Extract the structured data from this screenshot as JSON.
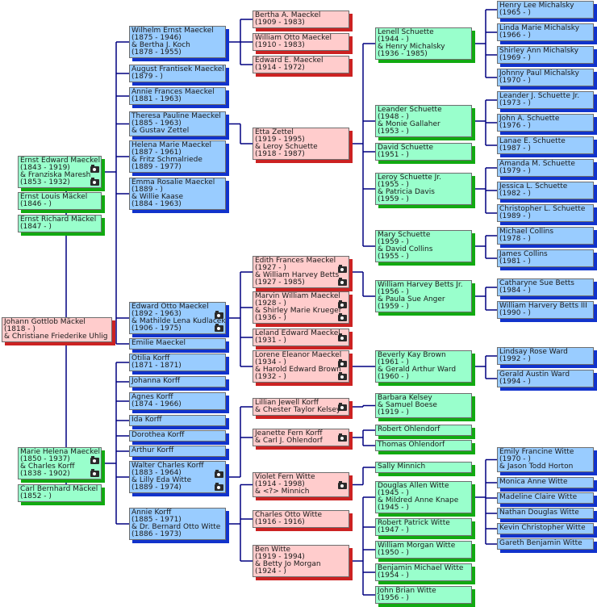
{
  "title": "Family tree of Johann Gottlob Mäckel",
  "colors": {
    "line": "#000080",
    "pink": "#ffcccc",
    "blue": "#99ccff",
    "green": "#99ffcc"
  },
  "people": [
    {
      "id": "johann-gottlob",
      "lines": [
        "Johann Gottlob Mäckel",
        "(1818 - )",
        "& Christiane Friederike Uhlig"
      ],
      "color": "pink"
    },
    {
      "id": "ernst-edward",
      "lines": [
        "Ernst Edward Maeckel",
        "(1843 - 1919)",
        "& Franziska Maresh",
        "(1853 - 1932)"
      ],
      "color": "green",
      "photo": true
    },
    {
      "id": "ernst-louis",
      "lines": [
        "Ernst Louis Mäckel",
        "(1846 - )"
      ],
      "color": "green"
    },
    {
      "id": "ernst-richard",
      "lines": [
        "Ernst Richard Mäckel",
        "(1847 - )"
      ],
      "color": "green"
    },
    {
      "id": "marie-helena",
      "lines": [
        "Marie Helena Maeckel",
        "(1850 - 1937)",
        "& Charles Korff",
        "(1838 - 1902)"
      ],
      "color": "green",
      "photo": true
    },
    {
      "id": "carl-bernhard",
      "lines": [
        "Carl Bernhard Mäckel",
        "(1852 - )"
      ],
      "color": "green"
    },
    {
      "id": "wilhelm-ernst",
      "lines": [
        "Wilhelm Ernst Maeckel",
        "(1875 - 1946)",
        "& Bertha J. Koch",
        "(1878 - 1955)"
      ],
      "color": "blue"
    },
    {
      "id": "august-frantisek",
      "lines": [
        "August Frantisek Maeckel",
        "(1879 - )"
      ],
      "color": "blue"
    },
    {
      "id": "annie-frances",
      "lines": [
        "Annie Frances Maeckel",
        "(1881 - 1963)"
      ],
      "color": "blue"
    },
    {
      "id": "theresa-pauline",
      "lines": [
        "Theresa Pauline Maeckel",
        "(1885 - 1963)",
        "& Gustav Zettel"
      ],
      "color": "blue"
    },
    {
      "id": "helena-marie",
      "lines": [
        "Helena Marie Maeckel",
        "(1887 - 1961)",
        "& Fritz Schmalriede",
        "(1889 - 1977)"
      ],
      "color": "blue"
    },
    {
      "id": "emma-rosalie",
      "lines": [
        "Emma Rosalie Maeckel",
        "(1889 - )",
        "& Willie Kaase",
        "(1884 - 1963)"
      ],
      "color": "blue"
    },
    {
      "id": "edward-otto",
      "lines": [
        "Edward Otto Maeckel",
        "(1892 - 1963)",
        "& Mathilde Lena Kudlacek",
        "(1906 - 1975)"
      ],
      "color": "blue",
      "photo": true
    },
    {
      "id": "emilie",
      "lines": [
        "Emilie Maeckel"
      ],
      "color": "blue"
    },
    {
      "id": "otilia",
      "lines": [
        "Otilia Korff",
        "(1871 - 1871)"
      ],
      "color": "blue"
    },
    {
      "id": "johanna",
      "lines": [
        "Johanna Korff"
      ],
      "color": "blue"
    },
    {
      "id": "agnes",
      "lines": [
        "Agnes Korff",
        "(1874 - 1966)"
      ],
      "color": "blue"
    },
    {
      "id": "ida",
      "lines": [
        "Ida Korff"
      ],
      "color": "blue"
    },
    {
      "id": "dorothea",
      "lines": [
        "Dorothea Korff"
      ],
      "color": "blue"
    },
    {
      "id": "arthur",
      "lines": [
        "Arthur Korff"
      ],
      "color": "blue"
    },
    {
      "id": "walter-charles",
      "lines": [
        "Walter Charles Korff",
        "(1883 - 1964)",
        "& Lilly Eda Witte",
        "(1889 - 1974)"
      ],
      "color": "blue",
      "photo": true
    },
    {
      "id": "annie-korff",
      "lines": [
        "Annie Korff",
        "(1885 - 1971)",
        "& Dr. Bernard Otto Witte",
        "(1886 - 1973)"
      ],
      "color": "blue"
    },
    {
      "id": "bertha-a",
      "lines": [
        "Bertha A. Maeckel",
        "(1909 - 1983)"
      ],
      "color": "pink"
    },
    {
      "id": "william-otto",
      "lines": [
        "William Otto Maeckel",
        "(1910 - 1983)"
      ],
      "color": "pink"
    },
    {
      "id": "edward-e",
      "lines": [
        "Edward E. Maeckel",
        "(1914 - 1972)"
      ],
      "color": "pink"
    },
    {
      "id": "etta-zettel",
      "lines": [
        "Etta Zettel",
        "(1919 - 1995)",
        "& Leroy Schuette",
        "(1918 - 1987)"
      ],
      "color": "pink"
    },
    {
      "id": "edith-frances",
      "lines": [
        "Edith Frances Maeckel",
        "(1927 - )",
        "& William Harvey Betts",
        "(1927 - 1985)"
      ],
      "color": "pink",
      "photo": true
    },
    {
      "id": "marvin-william",
      "lines": [
        "Marvin William Maeckel",
        "(1928 - )",
        "& Shirley Marie Krueger",
        "(1936 - )"
      ],
      "color": "pink",
      "photo": true
    },
    {
      "id": "leland-edward",
      "lines": [
        "Leland Edward Maeckel",
        "(1931 - )"
      ],
      "color": "pink",
      "photo": true
    },
    {
      "id": "lorene-eleanor",
      "lines": [
        "Lorene Eleanor Maeckel",
        "(1934 - )",
        "& Harold Edward Brown",
        "(1932 - )"
      ],
      "color": "pink",
      "photo": true
    },
    {
      "id": "lillian-jewell",
      "lines": [
        "Lillian Jewell Korff",
        "& Chester Taylor Kelsey"
      ],
      "color": "pink",
      "photo": true
    },
    {
      "id": "jeanette-fern",
      "lines": [
        "Jeanette Fern Korff",
        "& Carl J. Ohlendorf"
      ],
      "color": "pink",
      "photo": true
    },
    {
      "id": "violet-fern",
      "lines": [
        "Violet Fern Witte",
        "(1914 - 1998)",
        "& <?> Minnich"
      ],
      "color": "pink",
      "photo": true
    },
    {
      "id": "charles-otto",
      "lines": [
        "Charles Otto Witte",
        "(1916 - 1916)"
      ],
      "color": "pink"
    },
    {
      "id": "ben-witte",
      "lines": [
        "Ben Witte",
        "(1919 - 1994)",
        "& Betty Jo Morgan",
        "(1924 - )"
      ],
      "color": "pink"
    },
    {
      "id": "lenell-schuette",
      "lines": [
        "Lenell Schuette",
        "(1944 - )",
        "& Henry Michalsky",
        "(1936 - 1985)"
      ],
      "color": "green"
    },
    {
      "id": "leander-schuette",
      "lines": [
        "Leander Schuette",
        "(1948 - )",
        "& Monie Gallaher",
        "(1953 - )"
      ],
      "color": "green"
    },
    {
      "id": "david-schuette",
      "lines": [
        "David Schuette",
        "(1951 - )"
      ],
      "color": "green"
    },
    {
      "id": "leroy-jr",
      "lines": [
        "Leroy Schuette Jr.",
        "(1955 - )",
        "& Patricia Davis",
        "(1959 - )"
      ],
      "color": "green"
    },
    {
      "id": "mary-schuette",
      "lines": [
        "Mary Schuette",
        "(1959 - )",
        "& David Collins",
        "(1955 - )"
      ],
      "color": "green"
    },
    {
      "id": "william-harvey-jr",
      "lines": [
        "William Harvey Betts Jr.",
        "(1956 - )",
        "& Paula Sue Anger",
        "(1959 - )"
      ],
      "color": "green"
    },
    {
      "id": "beverly-kay",
      "lines": [
        "Beverly Kay Brown",
        "(1961 - )",
        "& Gerald Arthur Ward",
        "(1960 - )"
      ],
      "color": "green"
    },
    {
      "id": "barbara-kelsey",
      "lines": [
        "Barbara Kelsey",
        "& Samuel Boese",
        "(1919 - )"
      ],
      "color": "green"
    },
    {
      "id": "robert-ohlendorf",
      "lines": [
        "Robert Ohlendorf"
      ],
      "color": "green"
    },
    {
      "id": "thomas-ohlendorf",
      "lines": [
        "Thomas Ohlendorf"
      ],
      "color": "green"
    },
    {
      "id": "sally-minnich",
      "lines": [
        "Sally Minnich"
      ],
      "color": "green"
    },
    {
      "id": "douglas-allen",
      "lines": [
        "Douglas Allen Witte",
        "(1945 - )",
        "& Mildred Anne Knape",
        "(1945 - )"
      ],
      "color": "green"
    },
    {
      "id": "robert-patrick",
      "lines": [
        "Robert Patrick Witte",
        "(1947 - )"
      ],
      "color": "green"
    },
    {
      "id": "william-morgan",
      "lines": [
        "William Morgan Witte",
        "(1950 - )"
      ],
      "color": "green"
    },
    {
      "id": "benjamin-michael",
      "lines": [
        "Benjamin Michael Witte",
        "(1954 - )"
      ],
      "color": "green"
    },
    {
      "id": "john-brian",
      "lines": [
        "John Brian Witte",
        "(1956 - )"
      ],
      "color": "green"
    },
    {
      "id": "henry-lee",
      "lines": [
        "Henry Lee Michalsky",
        "(1965 - )"
      ],
      "color": "blue"
    },
    {
      "id": "linda-marie",
      "lines": [
        "Linda Marie Michalsky",
        "(1966 - )"
      ],
      "color": "blue"
    },
    {
      "id": "shirley-ann",
      "lines": [
        "Shirley Ann Michalsky",
        "(1969 - )"
      ],
      "color": "blue"
    },
    {
      "id": "johnny-paul",
      "lines": [
        "Johnny Paul Michalsky",
        "(1970 - )"
      ],
      "color": "blue"
    },
    {
      "id": "leander-jr",
      "lines": [
        "Leander J. Schuette Jr.",
        "(1973 - )"
      ],
      "color": "blue"
    },
    {
      "id": "john-a",
      "lines": [
        "John A. Schuette",
        "(1976 - )"
      ],
      "color": "blue"
    },
    {
      "id": "lanae-e",
      "lines": [
        "Lanae E. Schuette",
        "(1987 - )"
      ],
      "color": "blue"
    },
    {
      "id": "amanda-m",
      "lines": [
        "Amanda M. Schuette",
        "(1979 - )"
      ],
      "color": "blue"
    },
    {
      "id": "jessica-l",
      "lines": [
        "Jessica L. Schuette",
        "(1982 - )"
      ],
      "color": "blue"
    },
    {
      "id": "christopher-l",
      "lines": [
        "Christopher L. Schuette",
        "(1989 - )"
      ],
      "color": "blue"
    },
    {
      "id": "michael-collins",
      "lines": [
        "Michael Collins",
        "(1978 - )"
      ],
      "color": "blue"
    },
    {
      "id": "james-collins",
      "lines": [
        "James Collins",
        "(1981 - )"
      ],
      "color": "blue"
    },
    {
      "id": "catharyne-sue",
      "lines": [
        "Catharyne Sue Betts",
        "(1984 - )"
      ],
      "color": "blue"
    },
    {
      "id": "william-harvery-iii",
      "lines": [
        "William Harvery Betts III",
        "(1990 - )"
      ],
      "color": "blue"
    },
    {
      "id": "lindsay-rose",
      "lines": [
        "Lindsay Rose Ward",
        "(1992 - )"
      ],
      "color": "blue"
    },
    {
      "id": "gerald-austin",
      "lines": [
        "Gerald Austin Ward",
        "(1994 - )"
      ],
      "color": "blue"
    },
    {
      "id": "emily-francine",
      "lines": [
        "Emily Francine Witte",
        "(1970 - )",
        "& Jason Todd Horton"
      ],
      "color": "blue"
    },
    {
      "id": "monica-anne",
      "lines": [
        "Monica Anne Witte"
      ],
      "color": "blue"
    },
    {
      "id": "madeline-claire",
      "lines": [
        "Madeline Claire Witte"
      ],
      "color": "blue"
    },
    {
      "id": "nathan-douglas",
      "lines": [
        "Nathan Douglas Witte"
      ],
      "color": "blue"
    },
    {
      "id": "kevin-christopher",
      "lines": [
        "Kevin Christopher Witte"
      ],
      "color": "blue"
    },
    {
      "id": "gareth-benjamin",
      "lines": [
        "Gareth Benjamin Witte"
      ],
      "color": "blue"
    }
  ],
  "families": [
    {
      "parent": "johann-gottlob",
      "children": [
        "ernst-edward",
        "ernst-louis",
        "ernst-richard",
        "marie-helena",
        "carl-bernhard"
      ]
    },
    {
      "parent": "ernst-edward",
      "children": [
        "wilhelm-ernst",
        "august-frantisek",
        "annie-frances",
        "theresa-pauline",
        "helena-marie",
        "emma-rosalie",
        "edward-otto",
        "emilie"
      ]
    },
    {
      "parent": "marie-helena",
      "children": [
        "otilia",
        "johanna",
        "agnes",
        "ida",
        "dorothea",
        "arthur",
        "walter-charles",
        "annie-korff"
      ]
    },
    {
      "parent": "wilhelm-ernst",
      "children": [
        "bertha-a",
        "william-otto",
        "edward-e"
      ]
    },
    {
      "parent": "theresa-pauline",
      "children": [
        "etta-zettel"
      ]
    },
    {
      "parent": "edward-otto",
      "children": [
        "edith-frances",
        "marvin-william",
        "leland-edward",
        "lorene-eleanor"
      ]
    },
    {
      "parent": "walter-charles",
      "children": [
        "lillian-jewell",
        "jeanette-fern"
      ]
    },
    {
      "parent": "annie-korff",
      "children": [
        "violet-fern",
        "charles-otto",
        "ben-witte"
      ]
    },
    {
      "parent": "etta-zettel",
      "children": [
        "lenell-schuette",
        "leander-schuette",
        "david-schuette",
        "leroy-jr",
        "mary-schuette"
      ]
    },
    {
      "parent": "edith-frances",
      "children": [
        "william-harvey-jr"
      ]
    },
    {
      "parent": "lorene-eleanor",
      "children": [
        "beverly-kay"
      ]
    },
    {
      "parent": "lillian-jewell",
      "children": [
        "barbara-kelsey"
      ]
    },
    {
      "parent": "jeanette-fern",
      "children": [
        "robert-ohlendorf",
        "thomas-ohlendorf"
      ]
    },
    {
      "parent": "violet-fern",
      "children": [
        "sally-minnich"
      ]
    },
    {
      "parent": "ben-witte",
      "children": [
        "douglas-allen",
        "robert-patrick",
        "william-morgan",
        "benjamin-michael",
        "john-brian"
      ]
    },
    {
      "parent": "lenell-schuette",
      "children": [
        "henry-lee",
        "linda-marie",
        "shirley-ann",
        "johnny-paul"
      ]
    },
    {
      "parent": "leander-schuette",
      "children": [
        "leander-jr",
        "john-a",
        "lanae-e"
      ]
    },
    {
      "parent": "leroy-jr",
      "children": [
        "amanda-m",
        "jessica-l",
        "christopher-l"
      ]
    },
    {
      "parent": "mary-schuette",
      "children": [
        "michael-collins",
        "james-collins"
      ]
    },
    {
      "parent": "william-harvey-jr",
      "children": [
        "catharyne-sue",
        "william-harvery-iii"
      ]
    },
    {
      "parent": "beverly-kay",
      "children": [
        "lindsay-rose",
        "gerald-austin"
      ]
    },
    {
      "parent": "douglas-allen",
      "children": [
        "emily-francine",
        "monica-anne",
        "madeline-claire",
        "nathan-douglas",
        "kevin-christopher",
        "gareth-benjamin"
      ]
    }
  ]
}
